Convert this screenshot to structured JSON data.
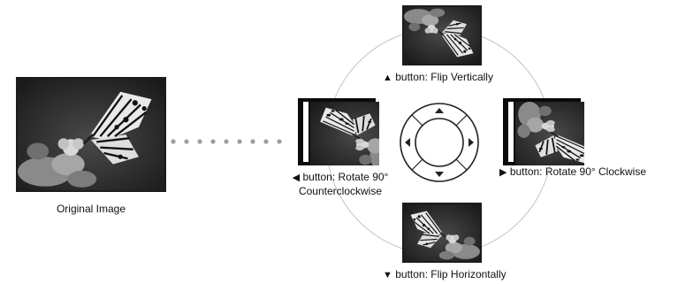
{
  "original": {
    "caption": "Original Image"
  },
  "views": {
    "up": {
      "symbol": "▲",
      "text": "button: Flip Vertically"
    },
    "down": {
      "symbol": "▼",
      "text": "button: Flip Horizontally"
    },
    "left": {
      "symbol": "◀",
      "text_line1": "button: Rotate 90°",
      "text_line2": "Counterclockwise"
    },
    "right": {
      "symbol": "▶",
      "text": "button: Rotate 90° Clockwise"
    }
  },
  "controller": {
    "icon": "four-way-direction-pad-icon",
    "buttons": [
      "up",
      "right",
      "down",
      "left"
    ]
  },
  "colors": {
    "frame": "#0b0b0b",
    "circle": "#b8b8b8",
    "dots": "#9a9a9a"
  }
}
